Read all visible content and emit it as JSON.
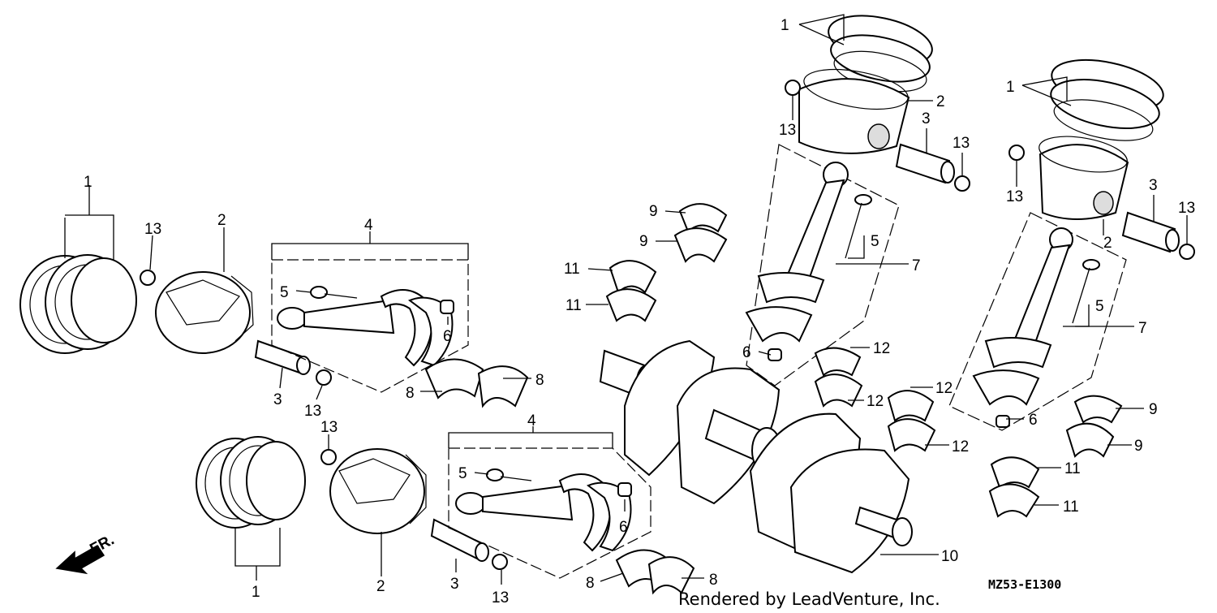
{
  "labels": {
    "ring": "1",
    "piston": "2",
    "pin": "3",
    "rod_assy": "4",
    "bolt": "5",
    "nut": "6",
    "rod": "7",
    "rod_bearing_8": "8",
    "rod_bearing_9": "9",
    "crankshaft": "10",
    "main_bearing_11": "11",
    "main_bearing_12": "12",
    "clip": "13"
  },
  "front_indicator": "FR.",
  "diagram_code": "MZ53-E1300",
  "credit": "Rendered by LeadVenture, Inc."
}
